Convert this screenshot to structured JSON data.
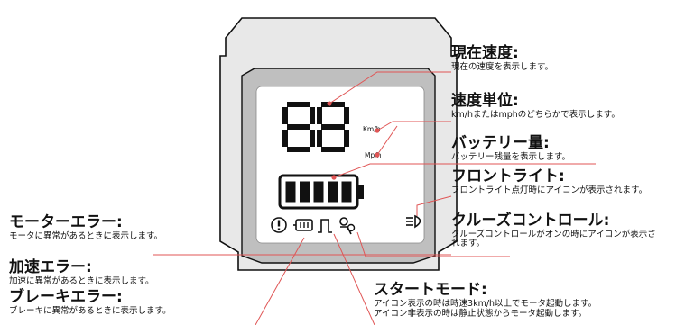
{
  "colors": {
    "leader_line": "#e05555",
    "text": "#111111",
    "housing": "#e8e8e8",
    "panel": "#bfbfbf",
    "screen": "#ffffff",
    "segment": "#111111"
  },
  "display": {
    "speed_digits": "88",
    "unit_kmh": "Km/h",
    "unit_mph": "Mp/h",
    "battery_level": 1.0,
    "battery_bars": 5,
    "icons": [
      "motor-error-icon",
      "acceleration-error-icon",
      "brake-error-icon",
      "start-mode-icon",
      "cruise-control-icon",
      "headlight-icon"
    ]
  },
  "labels": {
    "current_speed": {
      "title": "現在速度:",
      "desc": "現在の速度を表示します。"
    },
    "speed_unit": {
      "title": "速度単位:",
      "desc": "km/hまたはmphのどちらかで表示します。"
    },
    "battery": {
      "title": "バッテリー量:",
      "desc": "バッテリー残量を表示します。"
    },
    "front_light": {
      "title": "フロントライト:",
      "desc": "フロントライト点灯時にアイコンが表示されます。"
    },
    "cruise_control": {
      "title": "クルーズコントロール:",
      "desc": "クルーズコントロールがオンの時にアイコンが表示されます。"
    },
    "start_mode": {
      "title": "スタートモード:",
      "desc_line1": "アイコン表示の時は時速3km/h以上でモータ起動します。",
      "desc_line2": "アイコン非表示の時は静止状態からモータ起動します。"
    },
    "motor_error": {
      "title": "モーターエラー:",
      "desc": "モータに異常があるときに表示します。"
    },
    "accel_error": {
      "title": "加速エラー:",
      "desc": "加速に異常があるときに表示します。"
    },
    "brake_error": {
      "title": "ブレーキエラー:",
      "desc": "ブレーキに異常があるときに表示します。"
    }
  }
}
